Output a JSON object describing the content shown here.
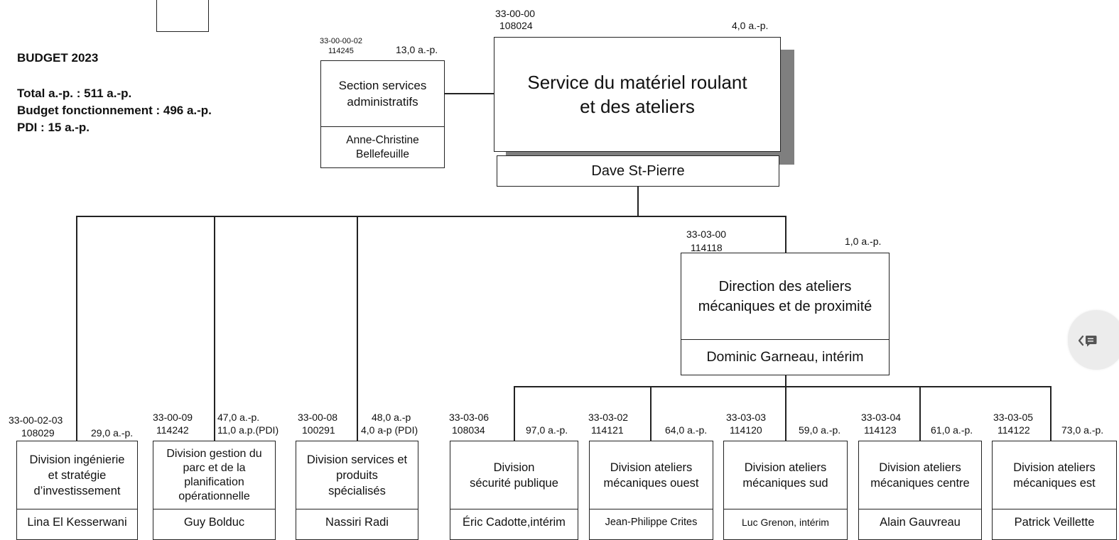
{
  "budget": {
    "title": "BUDGET 2023",
    "total": "Total a.-p. : 511 a.-p.",
    "operating": "Budget fonctionnement : 496   a.-p.",
    "pdi": "PDI : 15 a.-p."
  },
  "top": {
    "code": "33-00-00",
    "id": "108024",
    "count": "4,0 a.-p.",
    "title_line1": "Service du matériel roulant",
    "title_line2": "et des ateliers",
    "manager": "Dave St-Pierre"
  },
  "admin": {
    "code": "33-00-00-02",
    "id": "114245",
    "count": "13,0 a.-p.",
    "title_line1": "Section services",
    "title_line2": "administratifs",
    "manager_line1": "Anne-Christine",
    "manager_line2": "Bellefeuille"
  },
  "direction": {
    "code": "33-03-00",
    "id": "114118",
    "count": "1,0 a.-p.",
    "title_line1": "Direction des ateliers",
    "title_line2": "mécaniques et de proximité",
    "manager": "Dominic Garneau, intérim"
  },
  "left_divisions": [
    {
      "code": "33-00-02-03",
      "id": "108029",
      "count1": "29,0 a.-p.",
      "count2": "",
      "title": [
        "Division ingénierie",
        "et stratégie",
        "d’investissement"
      ],
      "manager": "Lina El Kesserwani"
    },
    {
      "code": "33-00-09",
      "id": "114242",
      "count1": "47,0 a.-p.",
      "count2": "11,0 a.p.(PDI)",
      "title": [
        "Division gestion du",
        "parc et de la",
        "planification",
        "opérationnelle"
      ],
      "manager": "Guy Bolduc"
    },
    {
      "code": "33-00-08",
      "id": "100291",
      "count1": "48,0 a.-p",
      "count2": "4,0 a-p (PDI)",
      "title": [
        "Division services et",
        "produits",
        "spécialisés"
      ],
      "manager": "Nassiri Radi"
    }
  ],
  "right_divisions": [
    {
      "code": "33-03-06",
      "id": "108034",
      "count": "97,0 a.-p.",
      "title": [
        "Division",
        "sécurité publique"
      ],
      "manager": "Éric Cadotte,intérim"
    },
    {
      "code": "33-03-02",
      "id": "114121",
      "count": "64,0 a.-p.",
      "title": [
        "Division ateliers",
        "mécaniques ouest"
      ],
      "manager": "Jean-Philippe Crites"
    },
    {
      "code": "33-03-03",
      "id": "114120",
      "count": "59,0 a.-p.",
      "title": [
        "Division ateliers",
        "mécaniques sud"
      ],
      "manager": "Luc Grenon,  intérim"
    },
    {
      "code": "33-03-04",
      "id": "114123",
      "count": "61,0 a.-p.",
      "title": [
        "Division ateliers",
        "mécaniques centre"
      ],
      "manager": "Alain Gauvreau"
    },
    {
      "code": "33-03-05",
      "id": "114122",
      "count": "73,0 a.-p.",
      "title": [
        "Division ateliers",
        "mécaniques est"
      ],
      "manager": "Patrick Veillette"
    }
  ],
  "side_button": {
    "icon": "collapse-comments-icon"
  }
}
